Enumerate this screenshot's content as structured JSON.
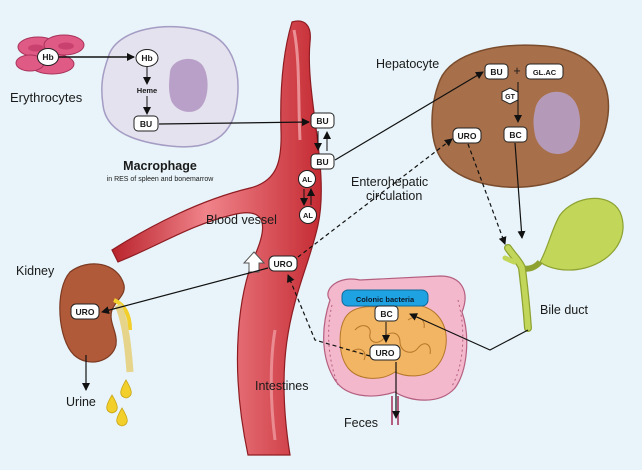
{
  "labels": {
    "erythrocytes": "Erythrocytes",
    "macrophage": "Macrophage",
    "macrophage_sub": "in RES of spleen and bonemarrow",
    "blood_vessel": "Blood vessel",
    "hepatocyte": "Hepatocyte",
    "enterohepatic_1": "Enterohepatic",
    "enterohepatic_2": "circulation",
    "kidney": "Kidney",
    "urine": "Urine",
    "bile_duct": "Bile duct",
    "intestines": "Intestines",
    "feces": "Feces",
    "colonic_bacteria": "Colonic bacteria"
  },
  "nodes": {
    "hb_erythrocyte": "Hb",
    "hb_macrophage": "Hb",
    "heme": "Heme",
    "bu_macrophage": "BU",
    "bu_vessel_top": "BU",
    "bu_vessel_mid": "BU",
    "al_upper": "AL",
    "al_lower": "AL",
    "uro_vessel": "URO",
    "bu_hepatocyte": "BU",
    "glac": "GL.AC",
    "gt": "GT",
    "plus": "+",
    "uro_hepatocyte": "URO",
    "bc_hepatocyte": "BC",
    "uro_kidney": "URO",
    "bc_intestine": "BC",
    "uro_intestine": "URO"
  },
  "colors": {
    "background": "#e8f4f9",
    "erythrocyte": "#e05a86",
    "macrophage_fill": "#e4e2ee",
    "macrophage_nucleus": "#b9a0c8",
    "vessel": "#d9363e",
    "vessel_light": "#f0838a",
    "hepatocyte": "#a8704a",
    "hepatocyte_nucleus": "#b49ab8",
    "kidney": "#b05a3a",
    "gallbladder": "#c2d65a",
    "urine": "#f2cf2a",
    "intestine_large": "#f3b8cc",
    "intestine_small": "#f2b563",
    "bacteria": "#1fa2e2"
  }
}
